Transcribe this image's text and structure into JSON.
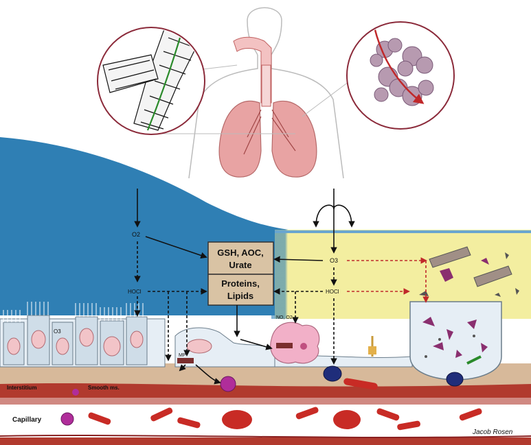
{
  "labels": {
    "box_top": [
      "GSH, AOC,",
      "Urate"
    ],
    "box_bottom": [
      "Proteins,",
      "Lipids"
    ],
    "o2_left": "O2",
    "o2_right": "O3",
    "hoci_left": "HOCl",
    "hoci_right": "HOCl",
    "cilia_label": "O3",
    "interstitium": "Interstitium",
    "smooth_muscle": "Smooth ms.",
    "capillary": "Capillary",
    "signature": "Jacob Rosen",
    "mp_label": "MP",
    "ros_label": "NO, O2"
  },
  "colors": {
    "airway_blue": "#2f7fb4",
    "alveolar_yellow": "#f3eea0",
    "box_fill": "#d9c3a4",
    "tissue_tan": "#d7b99a",
    "rbc_red": "#c82b25",
    "lung_pink": "#e8a3a3",
    "circle_border": "#8b2a3a"
  }
}
